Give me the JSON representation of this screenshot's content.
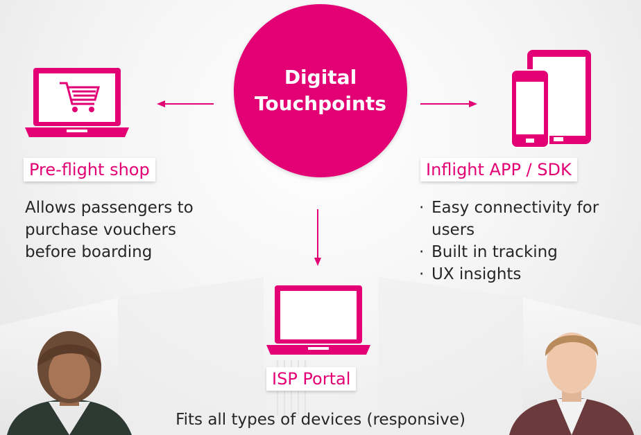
{
  "hub": {
    "line1": "Digital",
    "line2": "Touchpoints"
  },
  "left": {
    "label": "Pre-flight shop",
    "description_lines": [
      "Allows passengers to",
      "purchase vouchers",
      "before boarding"
    ]
  },
  "right": {
    "label": "Inflight APP / SDK",
    "bullets": [
      "Easy connectivity for users",
      "Built in tracking",
      "UX insights"
    ]
  },
  "bottom": {
    "label": "ISP Portal",
    "description": "Fits all types of devices (responsive)"
  },
  "colors": {
    "brand": "#e20074",
    "text": "#262626",
    "background": "#f2f2f2"
  },
  "icons": [
    "laptop-cart-icon",
    "tablet-phone-icon",
    "laptop-icon",
    "arrow-left-icon",
    "arrow-right-icon",
    "arrow-down-icon",
    "woman-avatar",
    "man-avatar"
  ]
}
